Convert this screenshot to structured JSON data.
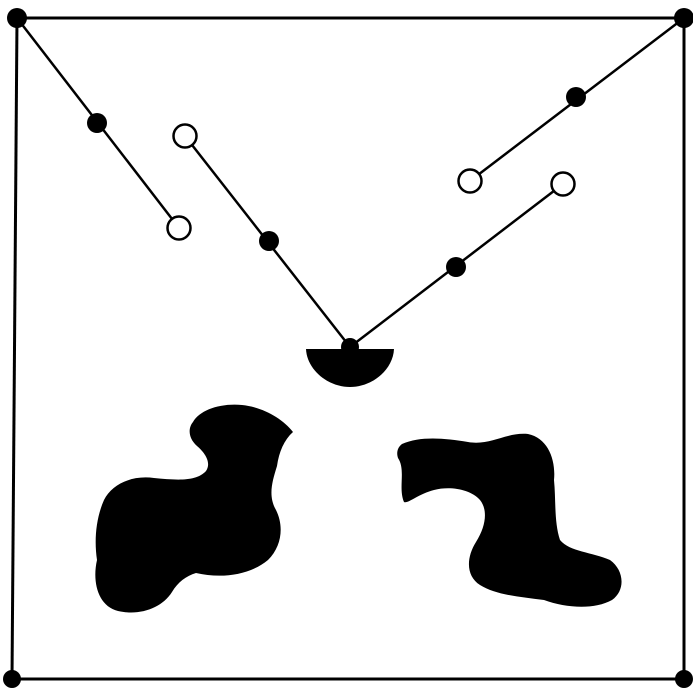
{
  "colors": {
    "background": "#ffffff",
    "ink": "#000000",
    "hollow_fill": "#ffffff"
  },
  "diagram": {
    "description_elements": [
      "square-frame",
      "corner-markers",
      "outer-lines",
      "inner-lines",
      "filled-nodes",
      "hollow-endpoints",
      "semicircle-base",
      "irregular-blobs"
    ]
  }
}
